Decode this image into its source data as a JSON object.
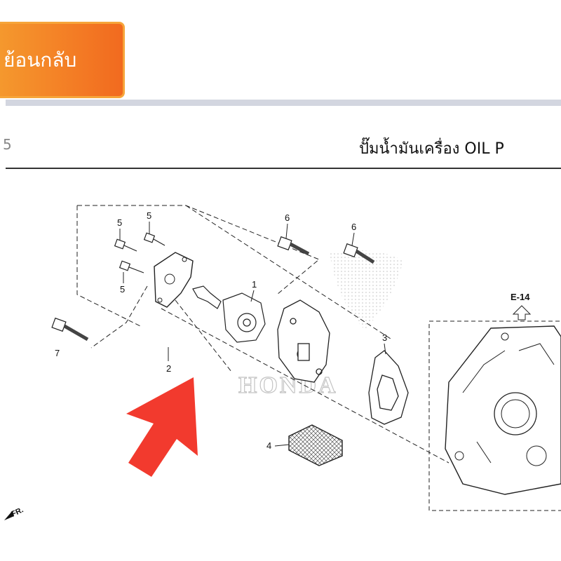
{
  "nav": {
    "back_label": "ย้อนกลับ"
  },
  "header": {
    "title": "ปั๊มน้ำมันเครื่อง  OIL P",
    "left_mark": "5"
  },
  "diagram": {
    "part_numbers": [
      "1",
      "2",
      "3",
      "4",
      "5",
      "5",
      "5",
      "6",
      "6",
      "7"
    ],
    "reference": "E-14",
    "brand_watermark": "HONDA",
    "direction_marker": "FR."
  },
  "colors": {
    "button_orange": "#f26a1f",
    "arrow_red": "#f23a2e",
    "separator": "#d3d6e0"
  }
}
